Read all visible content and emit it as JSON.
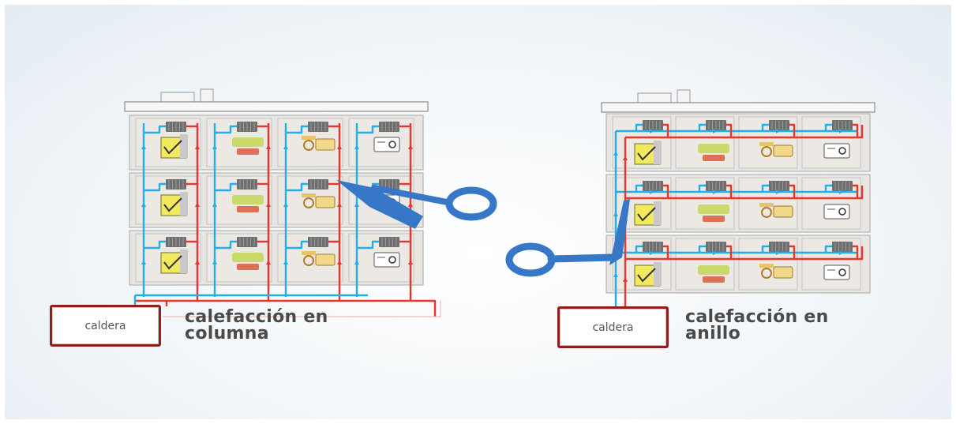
{
  "left_system": {
    "boiler_label": "caldera",
    "caption_line1": "calefacción en",
    "caption_line2": "columna"
  },
  "right_system": {
    "boiler_label": "caldera",
    "caption_line1": "calefacción en",
    "caption_line2": "anillo"
  },
  "building": {
    "floors": 3,
    "apartments_per_floor": 4
  },
  "room_icons": [
    "bedroom-icon",
    "sofa-icon",
    "kitchen-icon",
    "bathroom-icon"
  ],
  "colors": {
    "hot_pipe": "#e8362c",
    "cold_pipe": "#22aee6",
    "boiler_border": "#8d1f1f",
    "scissors": "#3677c8",
    "wall": "#e9e6e2"
  }
}
